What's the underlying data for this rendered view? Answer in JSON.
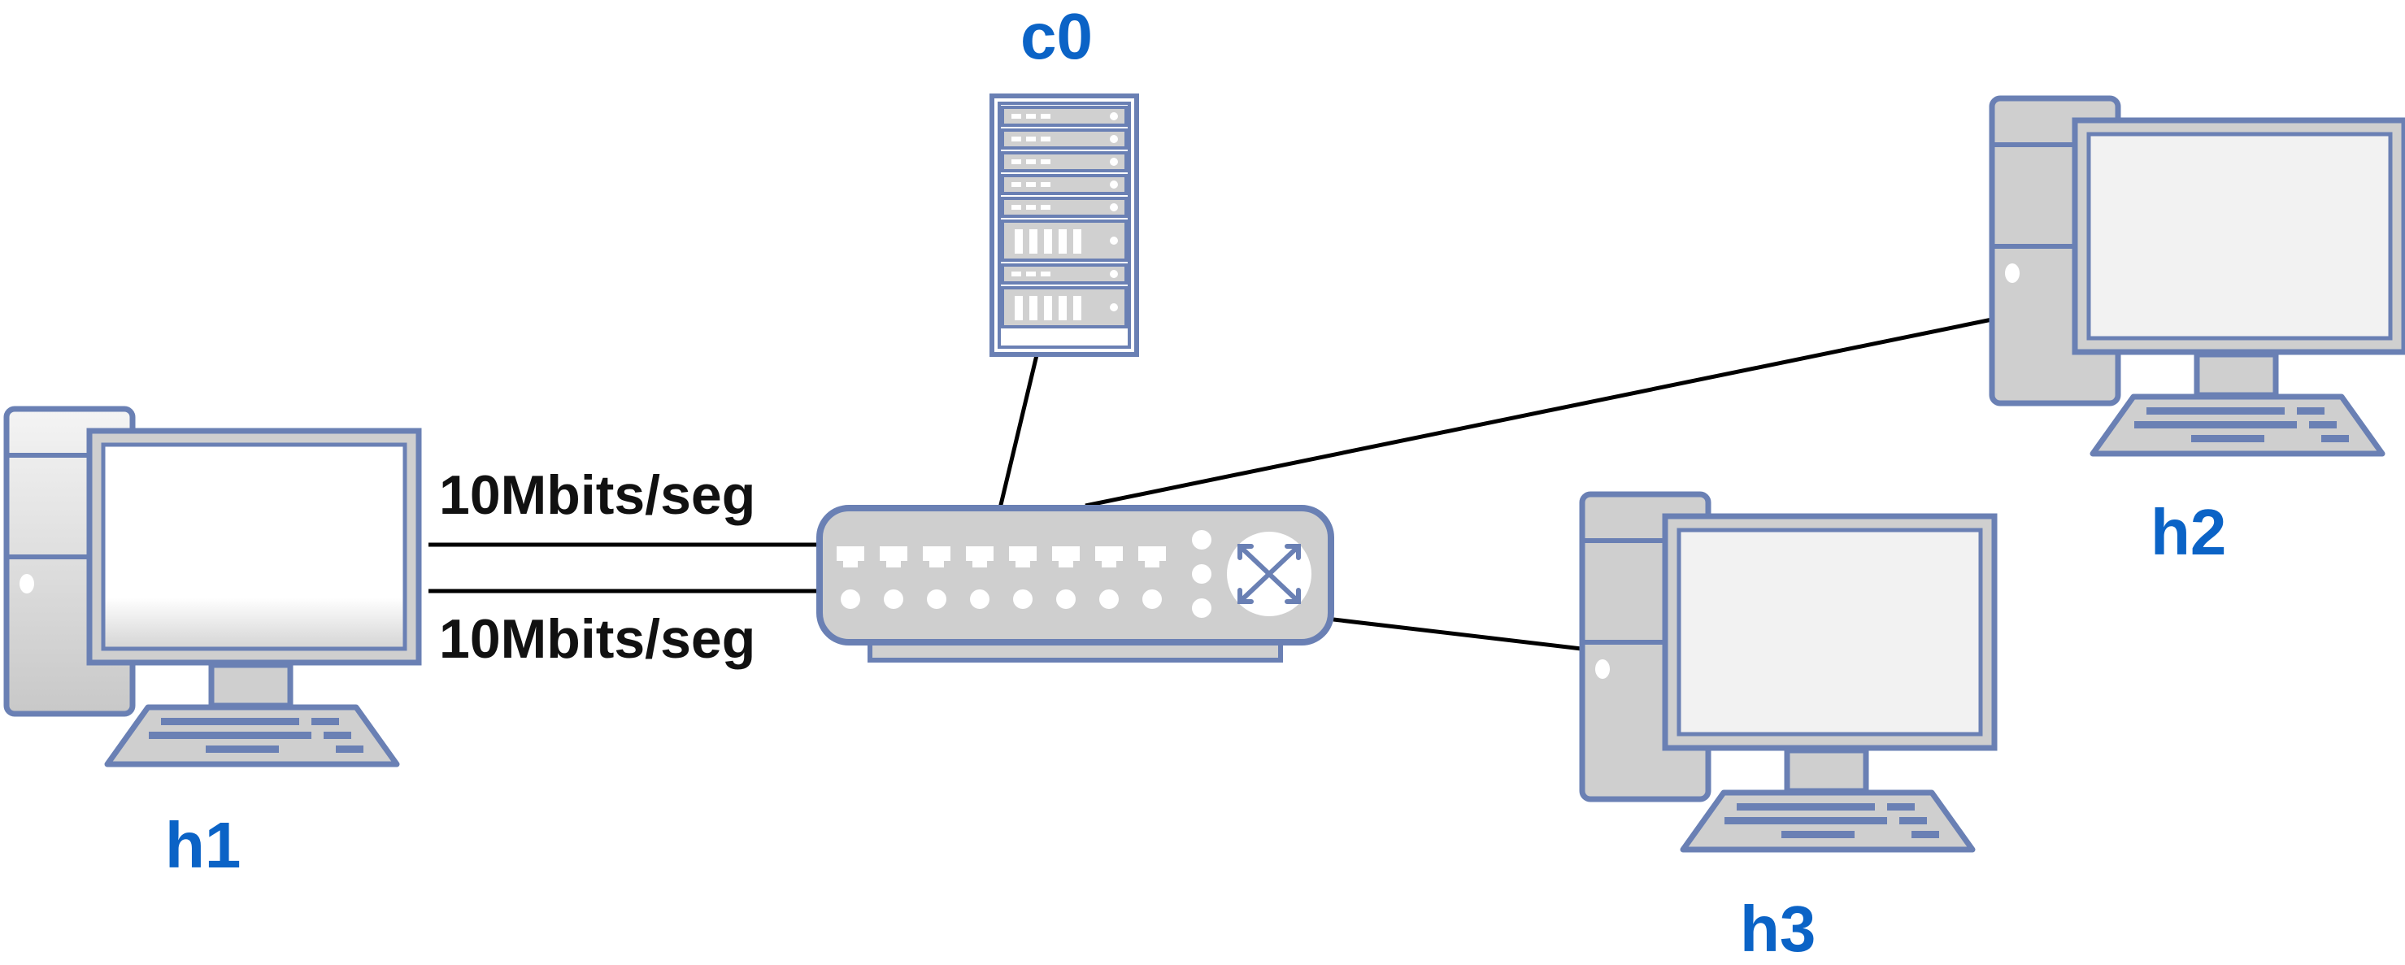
{
  "nodes": {
    "controller": {
      "label": "c0",
      "icon": "server-rack-icon"
    },
    "switch": {
      "icon": "network-switch-icon"
    },
    "host1": {
      "label": "h1",
      "icon": "desktop-computer-icon"
    },
    "host2": {
      "label": "h2",
      "icon": "desktop-computer-icon"
    },
    "host3": {
      "label": "h3",
      "icon": "desktop-computer-icon"
    }
  },
  "links": {
    "h1_upper_label": "10Mbits/seg",
    "h1_lower_label": "10Mbits/seg"
  },
  "colors": {
    "label_blue": "#0b63c6",
    "device_stroke": "#6a80b4",
    "device_fill": "#cccccc",
    "screen_fill": "#f2f2f2",
    "link_line": "#000000"
  }
}
